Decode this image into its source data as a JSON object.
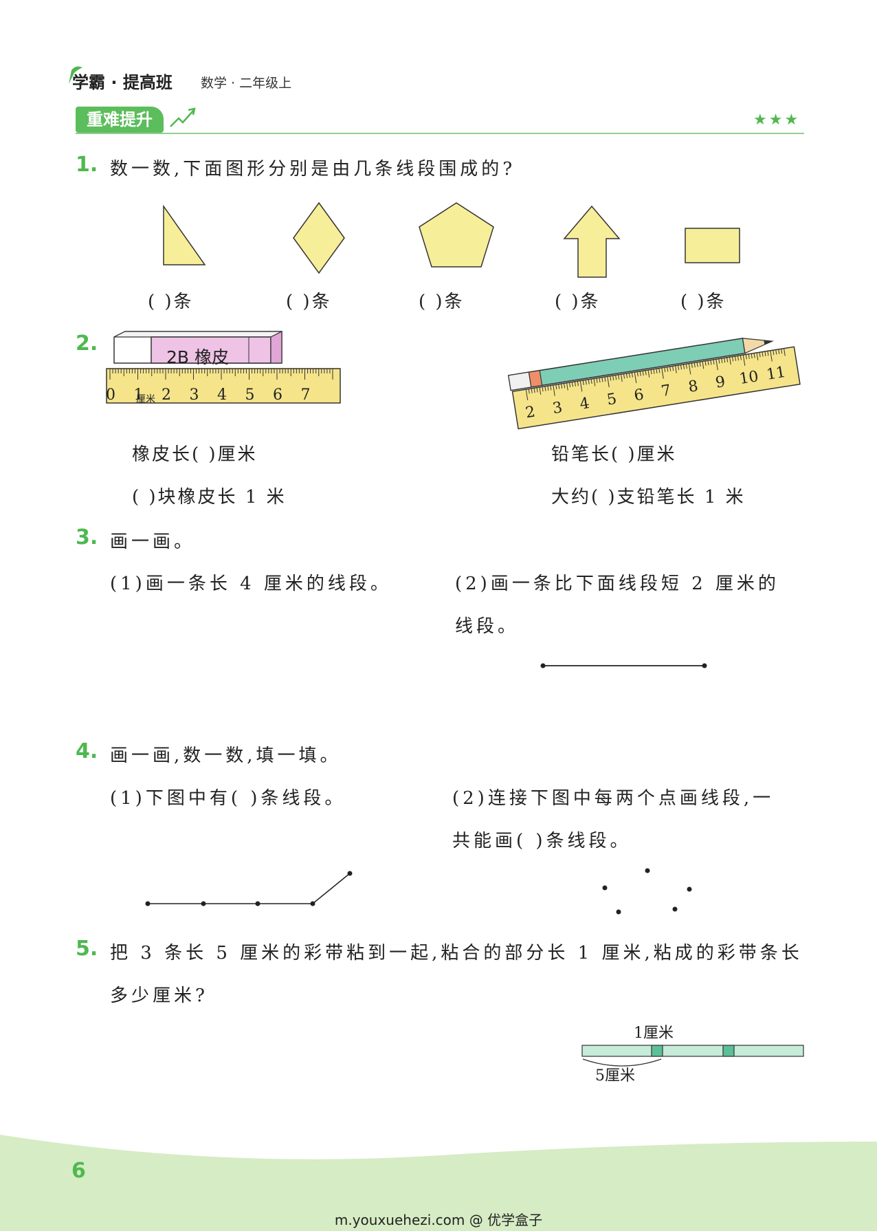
{
  "header": {
    "brand": "学霸 · 提高班",
    "subject": "数学 · 二年级上",
    "section_tag": "重难提升",
    "stars": "★★★"
  },
  "q1": {
    "num": "1.",
    "text": "数一数,下面图形分别是由几条线段围成的?",
    "blanks": [
      "(      )条",
      "(      )条",
      "(      )条",
      "(      )条",
      "(      )条"
    ]
  },
  "q2": {
    "num": "2.",
    "eraser_label": "2B 橡皮",
    "ruler1_ticks": [
      "0",
      "1",
      "2",
      "3",
      "4",
      "5",
      "6",
      "7"
    ],
    "ruler1_unit": "厘米",
    "ruler2_ticks": [
      "2",
      "3",
      "4",
      "5",
      "6",
      "7",
      "8",
      "9",
      "10",
      "11"
    ],
    "eraser_len": "橡皮长(        )厘米",
    "eraser_count": "(        )块橡皮长 1 米",
    "pencil_len": "铅笔长(        )厘米",
    "pencil_count": "大约(        )支铅笔长 1 米"
  },
  "q3": {
    "num": "3.",
    "text": "画一画。",
    "sub1": "(1)画一条长 4 厘米的线段。",
    "sub2_line1": "(2)画一条比下面线段短 2 厘米的",
    "sub2_line2": "线段。"
  },
  "q4": {
    "num": "4.",
    "text": "画一画,数一数,填一填。",
    "sub1": "(1)下图中有(        )条线段。",
    "sub2_line1": "(2)连接下图中每两个点画线段,一",
    "sub2_line2": "共能画(        )条线段。"
  },
  "q5": {
    "num": "5.",
    "line1": "把 3 条长 5 厘米的彩带粘到一起,粘合的部分长 1 厘米,粘成的彩带条长",
    "line2": "多少厘米?",
    "overlap_label": "1厘米",
    "length_label": "5厘米"
  },
  "footer": {
    "page_number": "6",
    "url": "m.youxuehezi.com @ 优学盒子"
  },
  "colors": {
    "accent_green": "#4fb84f",
    "shape_fill": "#f7ee9a",
    "ruler_fill": "#f5e48a",
    "eraser_pink": "#eec3e6",
    "pencil_teal": "#7ecdb5",
    "strip_fill": "#c6ecd9"
  }
}
